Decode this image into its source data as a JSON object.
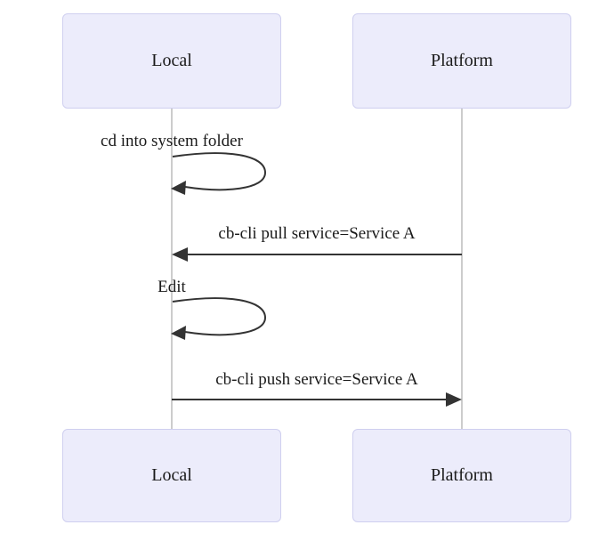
{
  "diagram": {
    "type": "sequence-diagram",
    "actors": [
      {
        "id": "local",
        "label": "Local"
      },
      {
        "id": "platform",
        "label": "Platform"
      }
    ],
    "messages": [
      {
        "index": 0,
        "type": "self-loop",
        "actor": "local",
        "label": "cd into system folder"
      },
      {
        "index": 1,
        "type": "arrow",
        "from": "platform",
        "to": "local",
        "label": "cb-cli pull service=Service A"
      },
      {
        "index": 2,
        "type": "self-loop",
        "actor": "local",
        "label": "Edit"
      },
      {
        "index": 3,
        "type": "arrow",
        "from": "local",
        "to": "platform",
        "label": "cb-cli push service=Service A"
      }
    ],
    "colors": {
      "actor_fill": "#ECECFB",
      "actor_border": "#CFCFEF",
      "lifeline": "#CCCCCC",
      "arrow": "#333333",
      "text": "#1A1A1A",
      "background": "#FFFFFF"
    }
  }
}
